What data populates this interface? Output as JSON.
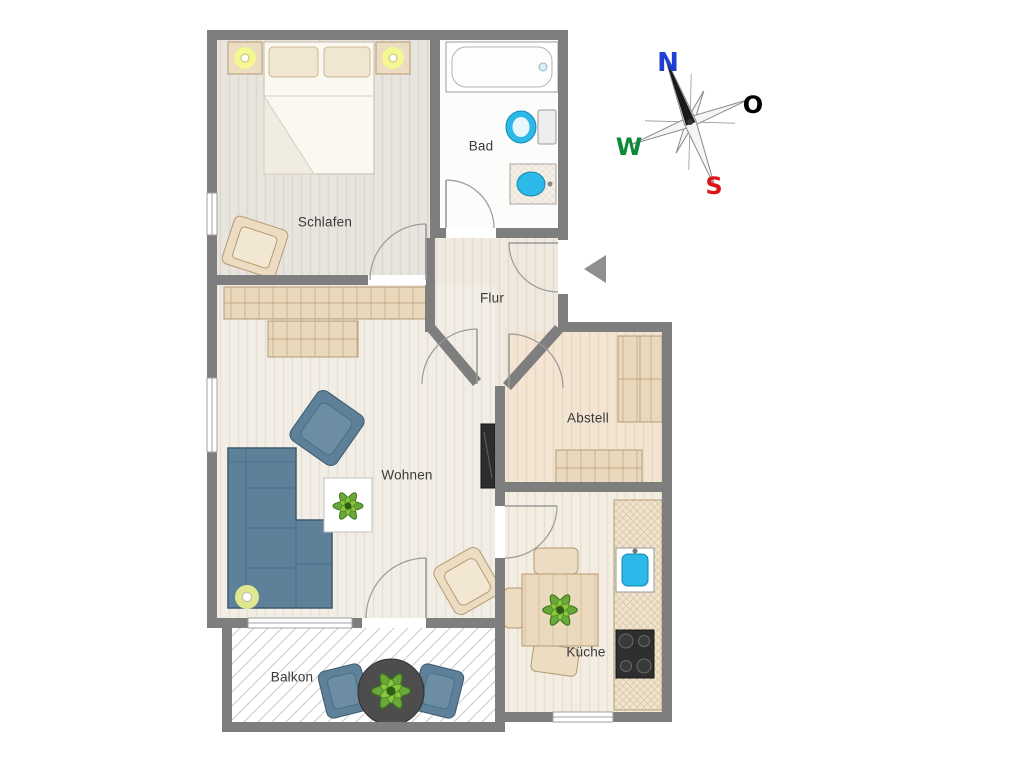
{
  "floorplan": {
    "rooms": [
      {
        "id": "schlafen",
        "label": "Schlafen"
      },
      {
        "id": "bad",
        "label": "Bad"
      },
      {
        "id": "flur",
        "label": "Flur"
      },
      {
        "id": "abstell",
        "label": "Abstell"
      },
      {
        "id": "wohnen",
        "label": "Wohnen"
      },
      {
        "id": "kueche",
        "label": "Küche"
      },
      {
        "id": "balkon",
        "label": "Balkon"
      }
    ],
    "compass": {
      "n": "N",
      "o": "O",
      "s": "S",
      "w": "W",
      "colors": {
        "n": "#1f3fd4",
        "o": "#000000",
        "s": "#e01414",
        "w": "#0d8a3a"
      }
    },
    "icons": {
      "entry_arrow": "left-triangle",
      "plants": "potted-plant",
      "lamps": "glow-lamp"
    },
    "colors": {
      "wall": "#7e7e7e",
      "floor_schlafen": "#e8e4de",
      "floor_bad": "#fcfcfa",
      "floor_flur": "#efe9df",
      "floor_wohnen": "#f3eee5",
      "floor_abstell": "#f3e5d2",
      "floor_kueche": "#f4ede2",
      "floor_balkon": "#ffffff",
      "furniture_beige": "#ecdcc1",
      "furniture_outline": "#b59b73",
      "sofa_blue": "#5e8199",
      "water_blue": "#2cb8e8",
      "plant_green": "#6aa83a",
      "lamp_yellow": "#f6f98d",
      "stove_black": "#2f2f2f",
      "table_dark": "#4d4d4d"
    }
  }
}
